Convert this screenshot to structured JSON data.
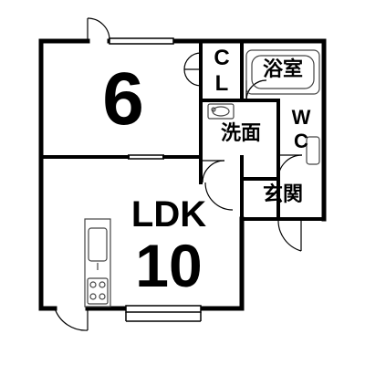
{
  "rooms": {
    "western": {
      "size": "6"
    },
    "closet": {
      "line1": "C",
      "line2": "L"
    },
    "bath": {
      "label": "浴室"
    },
    "washroom": {
      "label": "洗面"
    },
    "toilet": {
      "line1": "W",
      "line2": "C"
    },
    "ldk": {
      "label": "LDK",
      "size": "10"
    },
    "entrance": {
      "label": "玄関"
    }
  },
  "colors": {
    "wall": "#000000",
    "fixture": "#444444",
    "background": "#ffffff"
  }
}
